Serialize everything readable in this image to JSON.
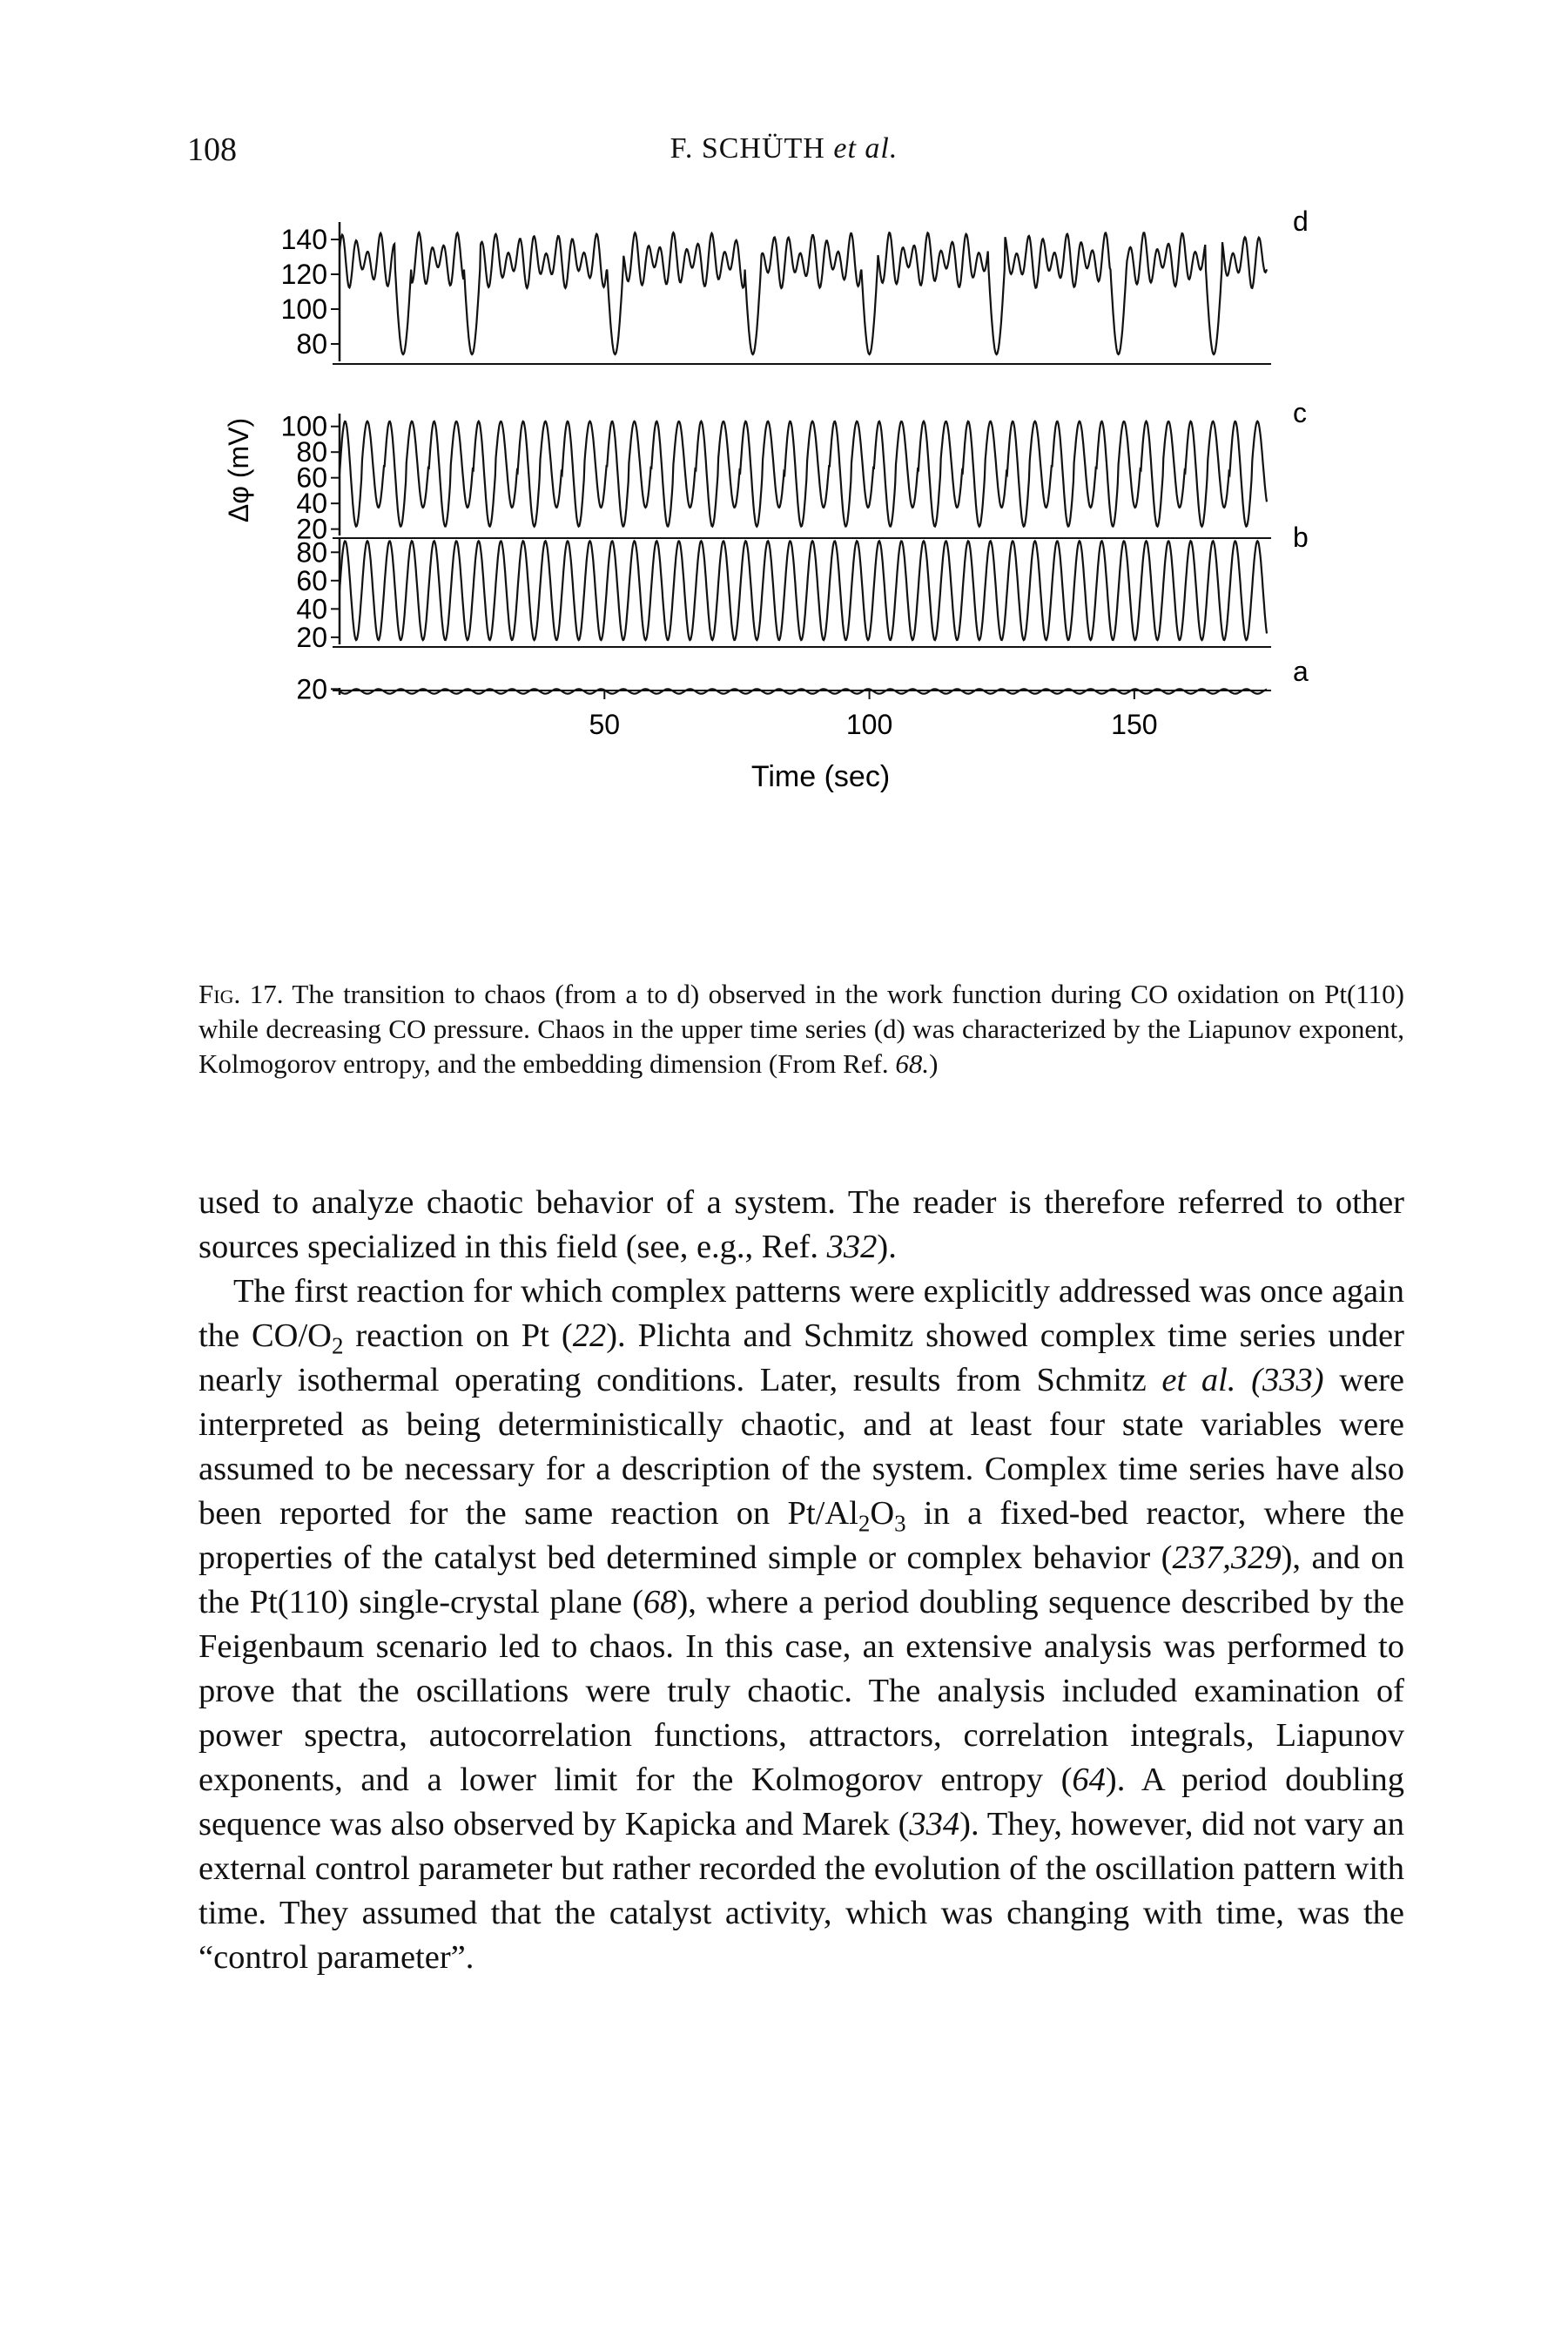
{
  "header": {
    "page_number": "108",
    "author": "F. SCHÜTH",
    "etal": "et al."
  },
  "chart_data": {
    "type": "line",
    "panel_count": 4,
    "xlabel": "Time (sec)",
    "ylabel": "Δφ (mV)",
    "x_ticks": [
      50,
      100,
      150
    ],
    "xlim": [
      0,
      175
    ],
    "grid": false,
    "legend": "none",
    "panels": [
      {
        "label": "a",
        "y_ticks": [
          20
        ],
        "ylim": [
          19,
          25
        ],
        "series": [
          {
            "name": "a",
            "type": "period-1 small-amplitude oscillation",
            "period_s": 4.2,
            "min": 20,
            "max": 24
          }
        ]
      },
      {
        "label": "b",
        "y_ticks": [
          80,
          60,
          40,
          20
        ],
        "ylim": [
          15,
          90
        ],
        "series": [
          {
            "name": "b",
            "type": "period-1 large-amplitude oscillation",
            "period_s": 4.2,
            "min": 18,
            "max": 88
          }
        ]
      },
      {
        "label": "c",
        "y_ticks": [
          100,
          80,
          60,
          40,
          20
        ],
        "ylim": [
          15,
          110
        ],
        "series": [
          {
            "name": "c",
            "type": "period-2 oscillation",
            "period_s": 8.4,
            "min": 22,
            "max": 104
          }
        ]
      },
      {
        "label": "d",
        "y_ticks": [
          140,
          120,
          100,
          80
        ],
        "ylim": [
          70,
          150
        ],
        "series": [
          {
            "name": "d",
            "type": "chaotic oscillation",
            "min": 74,
            "max": 146
          }
        ]
      }
    ]
  },
  "caption": {
    "fig_label": "Fig. 17.",
    "text": "The transition to chaos (from a to d) observed in the work function during CO oxidation on Pt(110) while decreasing CO pressure. Chaos in the upper time series (d) was characterized by the Liapunov exponent, Kolmogorov entropy, and the embedding dimension (From Ref. ",
    "ref": "68.",
    "close": ")"
  },
  "body": {
    "p1": [
      "used to analyze chaotic behavior of a system. The reader is therefore referred to other sources specialized in this field (see, e.g., Ref. ",
      "332",
      ")."
    ],
    "p2": [
      "The first reaction for which complex patterns were explicitly addressed was once again the CO/O",
      "2",
      " reaction on Pt (",
      "22",
      "). Plichta and Schmitz showed complex time series under nearly isothermal operating conditions. Later, results from Schmitz ",
      "et al.",
      " ",
      "(333)",
      " were interpreted as being deterministically chaotic, and at least four state variables were assumed to be necessary for a description of the system. Complex time series have also been reported for the same reaction on Pt/Al",
      "2",
      "O",
      "3",
      " in a fixed-bed reactor, where the properties of the catalyst bed determined simple or complex behavior (",
      "237,329",
      "), and on the Pt(110) single-crystal plane (",
      "68",
      "), where a period doubling sequence described by the Feigenbaum scenario led to chaos. In this case, an extensive analysis was performed to prove that the oscillations were truly chaotic. The analysis included examination of power spectra, autocorrelation functions, attractors, correlation integrals, Liapunov exponents, and a lower limit for the Kolmogorov entropy (",
      "64",
      "). A period doubling sequence was also observed by Kapicka and Marek (",
      "334",
      "). They, however, did not vary an external control parameter but rather recorded the evolution of the oscillation pattern with time. They assumed that the catalyst activity, which was changing with time, was the “control parameter”."
    ]
  }
}
